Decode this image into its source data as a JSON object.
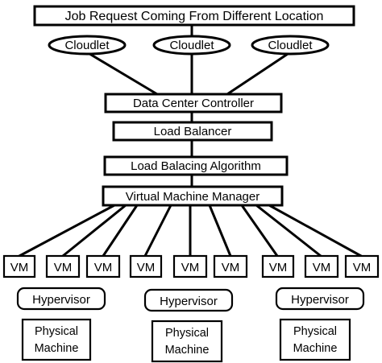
{
  "title": "Job Request Coming From Different Location",
  "cloudlets": [
    "Cloudlet",
    "Cloudlet",
    "Cloudlet"
  ],
  "stack": {
    "controller": "Data Center Controller",
    "balancer": "Load Balancer",
    "algorithm": "Load Balacing Algorithm",
    "vmm": "Virtual Machine Manager"
  },
  "groups": [
    {
      "vms": [
        "VM",
        "VM",
        "VM"
      ],
      "hypervisor": "Hypervisor",
      "machine": [
        "Physical",
        "Machine"
      ]
    },
    {
      "vms": [
        "VM",
        "VM",
        "VM"
      ],
      "hypervisor": "Hypervisor",
      "machine": [
        "Physical",
        "Machine"
      ]
    },
    {
      "vms": [
        "VM",
        "VM",
        "VM"
      ],
      "hypervisor": "Hypervisor",
      "machine": [
        "Physical",
        "Machine"
      ]
    }
  ]
}
